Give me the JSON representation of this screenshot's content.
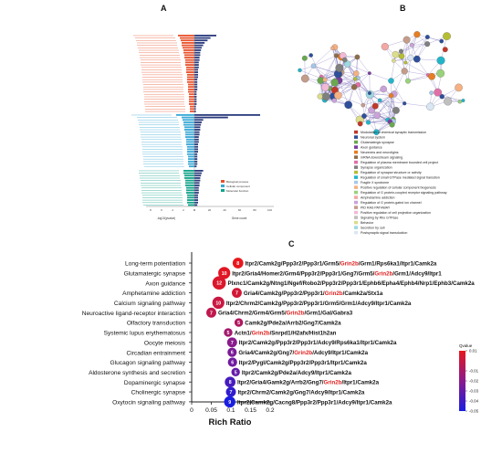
{
  "figure": {
    "panel_letters": [
      "A",
      "B",
      "C"
    ]
  },
  "panelA": {
    "legend": [
      {
        "name": "Biological process",
        "color": "#e8532d"
      },
      {
        "name": "Cellular component",
        "color": "#39a8d6"
      },
      {
        "name": "Molecular function",
        "color": "#12a38a"
      }
    ],
    "xlabel_left": "-log10(pvalue)",
    "xlabel_right": "Gene count",
    "xticks_left": [
      "8",
      "6",
      "4",
      "2",
      "0"
    ],
    "xticks_right": [
      "0",
      "20",
      "40",
      "60",
      "80",
      "100"
    ],
    "gene_color": "#2a3b7d"
  },
  "panelB": {
    "legend": [
      {
        "label": "Modulation of chemical synaptic transmission",
        "color": "#c0392b"
      },
      {
        "label": "Neuronal system",
        "color": "#2e4f9a"
      },
      {
        "label": "Glutamatergic synapse",
        "color": "#6aa84f"
      },
      {
        "label": "Axon guidance",
        "color": "#7b3f9e"
      },
      {
        "label": "Neurexins and neuroligins",
        "color": "#e67e22"
      },
      {
        "label": "mRNA downstream signaling",
        "color": "#8e6c4a"
      },
      {
        "label": "Regulation of plasma membrane bounded cell project",
        "color": "#e06fa8"
      },
      {
        "label": "Synapse organization",
        "color": "#7f7f7f"
      },
      {
        "label": "Regulation of synapse structure or activity",
        "color": "#b5bd34"
      },
      {
        "label": "Regulation of small GTPase mediated signal transdion",
        "color": "#22b5c9"
      },
      {
        "label": "Fragile X syndrome",
        "color": "#a6c8e8"
      },
      {
        "label": "Positive regulation of cellular component biogenesis",
        "color": "#f5b183"
      },
      {
        "label": "Regulation of G protein-coupled receptor signaling pathway",
        "color": "#9ad27c"
      },
      {
        "label": "Amphetamine addiction",
        "color": "#f4a7a3"
      },
      {
        "label": "Regulation of G protein-gated ion channel",
        "color": "#c9a3d8"
      },
      {
        "label": "PID RAS PATHWAY",
        "color": "#c49c8a"
      },
      {
        "label": "Positive regulation of cell projection organization",
        "color": "#f2b9d6"
      },
      {
        "label": "Signaling by Rho GTPase",
        "color": "#bfbfbf"
      },
      {
        "label": "Behavior",
        "color": "#dcdc8a"
      },
      {
        "label": "Secretion by cell",
        "color": "#9ed9e2"
      },
      {
        "label": "Postsynaptic signal transduction",
        "color": "#d9e6f4"
      }
    ]
  },
  "chart_data": {
    "type": "scatter",
    "xlabel": "Rich Ratio",
    "xlim": [
      0,
      0.2
    ],
    "xticks": [
      0,
      0.05,
      0.1,
      0.15,
      0.2
    ],
    "xtick_labels": [
      "0",
      "0.05",
      "0.1",
      "0.15",
      "0.2"
    ],
    "colorbar": {
      "title": "Qvalue",
      "range": [
        -0.05,
        0.01
      ],
      "ticks": [
        0.01,
        -0.01,
        -0.02,
        -0.03,
        -0.04,
        -0.05
      ],
      "tick_labels": [
        "0.01",
        "-0.01",
        "-0.02",
        "-0.03",
        "-0.04",
        "-0.05"
      ]
    },
    "terms": [
      {
        "name": "Long-term potentiation",
        "rich_ratio": 0.118,
        "count": "8",
        "qvalue": 0.01,
        "genes": [
          "Itpr2/Camk2g/Ppp3r2/Ppp3r1/Grm5/",
          "Grin2b",
          "/Grm1/Rps6ka1/Itpr1/Camk2a"
        ]
      },
      {
        "name": "Glutamatergic synapse",
        "rich_ratio": 0.083,
        "count": "10",
        "qvalue": 0.008,
        "genes": [
          "Itpr2/Gria4/Homer2/Grm4/Ppp3r2/Ppp3r1/Gng7/Grm5/",
          "Grin2b",
          "/Grm1/Adcy9/Itpr1"
        ]
      },
      {
        "name": "Axon guidance",
        "rich_ratio": 0.07,
        "count": "12",
        "qvalue": 0.006,
        "genes": [
          "Plxnc1/Camk2g/Ntng1/Ngef/Robo2/Ppp3r2/Ppp3r1/Ephb6/Epha4/Ephb4/Nrp1/Ephb3/Camk2a"
        ]
      },
      {
        "name": "Amphetamine addiction",
        "rich_ratio": 0.115,
        "count": "7",
        "qvalue": 0.003,
        "genes": [
          "Gria4/Camk2g/Ppp3r2/Ppp3r1/",
          "Grin2b",
          "/Camk2a/Stx1a"
        ]
      },
      {
        "name": "Calcium signaling pathway",
        "rich_ratio": 0.068,
        "count": "10",
        "qvalue": 0.0,
        "genes": [
          "Itpr2/Chrm2/Camk2g/Ppp3r2/Ppp3r1/Grm5/Grm1/Adcy9/Itpr1/Camk2a"
        ]
      },
      {
        "name": "Neuroactive ligand-receptor interaction",
        "rich_ratio": 0.05,
        "count": "7",
        "qvalue": -0.003,
        "genes": [
          "Gria4/Chrm2/Grm4/Grm5/",
          "Grin2b",
          "/Grm1/Gal/Gabra3"
        ]
      },
      {
        "name": "Olfactory transduction",
        "rich_ratio": 0.12,
        "count": "5",
        "qvalue": -0.008,
        "genes": [
          "Camk2g/Pde2a/Arrb2/Gng7/Camk2a"
        ]
      },
      {
        "name": "Systemic lupus erythematosus",
        "rich_ratio": 0.093,
        "count": "5",
        "qvalue": -0.012,
        "genes": [
          "Actn1/",
          "Grin2b",
          "/Snrpd1/H2afx/Hist1h2an"
        ]
      },
      {
        "name": "Oocyte meiosis",
        "rich_ratio": 0.103,
        "count": "7",
        "qvalue": -0.02,
        "genes": [
          "Itpr2/Camk2g/Ppp3r2/Ppp3r1/Adcy9/Rps6ka1/Itpr1/Camk2a"
        ]
      },
      {
        "name": "Circadian entrainment",
        "rich_ratio": 0.103,
        "count": "6",
        "qvalue": -0.024,
        "genes": [
          "Gria4/Camk2g/Gng7/",
          "Grin2b",
          "/Adcy9/Itpr1/Camk2a"
        ]
      },
      {
        "name": "Glucagon signaling pathway",
        "rich_ratio": 0.104,
        "count": "6",
        "qvalue": -0.027,
        "genes": [
          "Itpr2/Pygl/Camk2g/Ppp3r2/Ppp3r1/Itpr1/Camk2a"
        ]
      },
      {
        "name": "Aldosterone synthesis and secretion",
        "rich_ratio": 0.112,
        "count": "5",
        "qvalue": -0.03,
        "genes": [
          "Itpr2/Camk2g/Pde2a/Adcy9/Itpr1/Camk2a"
        ]
      },
      {
        "name": "Dopaminergic synapse",
        "rich_ratio": 0.098,
        "count": "8",
        "qvalue": -0.038,
        "genes": [
          "Itpr2/Gria4/Gamk2g/Arrb2/Gng7/",
          "Grin2b",
          "/Itpr1/Camk2a"
        ]
      },
      {
        "name": "Cholinergic synapse",
        "rich_ratio": 0.1,
        "count": "7",
        "qvalue": -0.044,
        "genes": [
          "Itpr2/Chrm2/Camk2g/Gng7/Adcy9/Itpr1/Camk2a"
        ]
      },
      {
        "name": "Oxytocin signaling pathway",
        "rich_ratio": 0.097,
        "count": "9",
        "qvalue": -0.05,
        "genes": [
          "Itpr2/Camk2g/Cacng8/Ppp3r2/Ppp3r1/Adcy9/Itpr1/Camk2a"
        ]
      }
    ]
  }
}
